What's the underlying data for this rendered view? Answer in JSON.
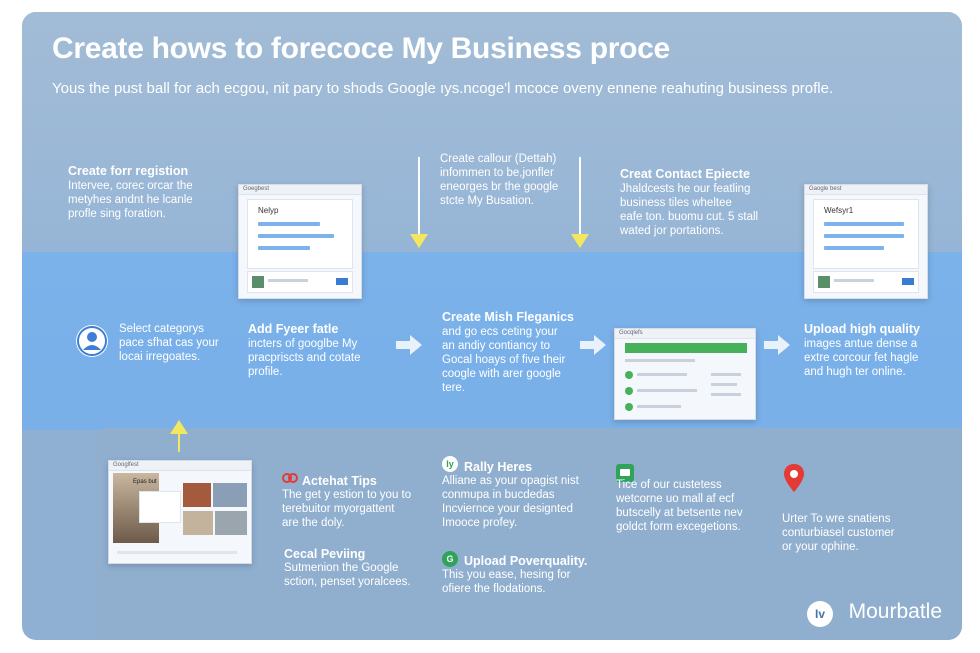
{
  "title": "Create hows to forecoce My Business proce",
  "subtitle": "Yous the pust ball for ach ecgou, nit pary to shods Google ıys.ncoge'l mcoce oveny ennene reahuting business profle.",
  "top_left": {
    "heading": "Create forr registion",
    "body": [
      "Intervee, corec orcar the",
      "metyhes andnt he lcanle",
      "profle sing foration."
    ]
  },
  "top_center": {
    "body": [
      "Create callour (Dettah)",
      "infommen to be,jonfler",
      "eneorges br the google",
      "stcte My Busation."
    ]
  },
  "top_right": {
    "heading": "Creat Contact Epiecte",
    "body": [
      "Jhaldcests he our featling",
      "business tiles wheltee",
      "eafe ton. buomu cut. 5  stall",
      "wated jor portations."
    ]
  },
  "shot_top_left": {
    "bar": "Goegbest",
    "label": "Nelyp"
  },
  "shot_top_right": {
    "bar": "Gaogle best",
    "label": "Wefsyr1"
  },
  "shot_mid": {
    "bar": "Gocqlefs"
  },
  "shot_bottom": {
    "bar": "Googlfest",
    "label": "Epas but"
  },
  "mid_1": {
    "body": [
      "Select categorys",
      "pace sfhat cas your",
      "locai irregoates."
    ]
  },
  "mid_2": {
    "heading": "Add Fyeer fatle",
    "body": [
      "incters of googlbe My",
      "pracpriscts and cotate",
      "profile."
    ]
  },
  "mid_3": {
    "heading": "Create Mish Fleganics",
    "body": [
      "and go ecs ceting your",
      "an andiy contiancy to",
      "Gocal hoays of five their",
      "coogle with arer google",
      "tere."
    ]
  },
  "mid_4": {
    "heading": "Upload high quality",
    "body": [
      "images antue dense a",
      "extre corcour fet hagle",
      "and hugh ter online."
    ]
  },
  "bottom_1": {
    "heading": "Actehat Tips",
    "body": [
      "The get y estion to you to",
      "terebuitor myorgattent",
      "are the doly."
    ]
  },
  "bottom_2": {
    "heading": "Cecal Peviing",
    "body": [
      "Sutmenion the Google",
      "sction, penset yoralcees."
    ]
  },
  "bottom_3": {
    "heading": "Rally Heres",
    "body": [
      "Alliane as your opagist nist",
      "conmupa in bucdedas",
      "Incviernce your designted",
      "Imooce profey."
    ]
  },
  "bottom_4": {
    "heading": "Upload Poverquality.",
    "body": [
      "This you ease, hesing for",
      "ofiere the flodations."
    ]
  },
  "bottom_5": {
    "body": [
      "Tice of our custetess",
      "wetcorne uo mall af ecf",
      "butscelly at betsente nev",
      "goldct form excegetions."
    ]
  },
  "bottom_6": {
    "body": [
      "Urter To wre snatiens",
      "conturbiasel customer",
      "or your ophine."
    ]
  },
  "brand": {
    "logo_text": "Iv",
    "name": "Mourbatle"
  },
  "colors": {
    "yellow_arrow": "#f4e760",
    "red_pin": "#e53935",
    "green_icon": "#2fa35a",
    "blue_band": "#7bb2ea"
  }
}
